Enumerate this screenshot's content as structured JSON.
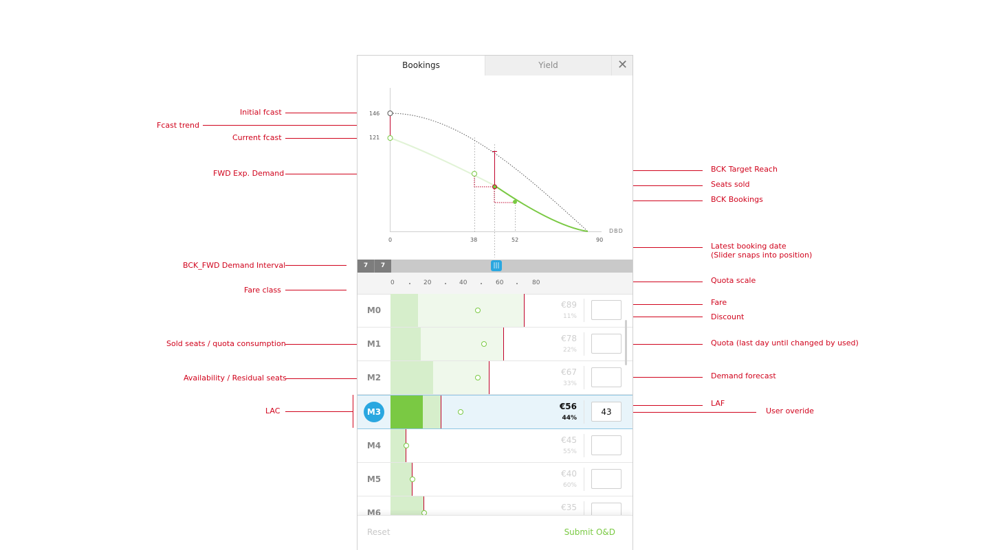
{
  "tabs": {
    "bookings": "Bookings",
    "yield": "Yield",
    "close": "✕"
  },
  "chart": {
    "y_ticks": [
      "146",
      "121"
    ],
    "x_ticks": [
      "0",
      "38",
      "52",
      "90"
    ],
    "dbd_label": "DBD",
    "initial_fcast": 146,
    "current_fcast": 121
  },
  "slider": {
    "box1": "7",
    "box2": "7",
    "handle": "|||"
  },
  "quota_scale": [
    "0",
    "20",
    "40",
    "60",
    "80"
  ],
  "fare_rows": [
    {
      "cls": "M0",
      "fare": "€89",
      "disc": "11%",
      "override": ""
    },
    {
      "cls": "M1",
      "fare": "€78",
      "disc": "22%",
      "override": ""
    },
    {
      "cls": "M2",
      "fare": "€67",
      "disc": "33%",
      "override": ""
    },
    {
      "cls": "M3",
      "fare": "€56",
      "disc": "44%",
      "override": "43"
    },
    {
      "cls": "M4",
      "fare": "€45",
      "disc": "55%",
      "override": ""
    },
    {
      "cls": "M5",
      "fare": "€40",
      "disc": "60%",
      "override": ""
    },
    {
      "cls": "M6",
      "fare": "€35",
      "disc": "",
      "override": ""
    }
  ],
  "footer": {
    "reset": "Reset",
    "submit": "Submit O&D"
  },
  "annotations": {
    "initial_fcast": "Initial fcast",
    "fcast_trend": "Fcast trend",
    "current_fcast": "Current fcast",
    "fwd_exp_demand": "FWD Exp. Demand",
    "bck_fwd_interval": "BCK_FWD Demand Interval",
    "fare_class": "Fare class",
    "sold_seats": "Sold seats / quota consumption",
    "availability": "Availability / Residual seats",
    "lac": "LAC",
    "bck_target": "BCK Target Reach",
    "seats_sold": "Seats sold",
    "bck_bookings": "BCK Bookings",
    "latest_booking": "Latest booking date",
    "latest_booking_sub": "(Slider snaps into position)",
    "quota_scale": "Quota scale",
    "fare": "Fare",
    "discount": "Discount",
    "quota": "Quota (last day until changed by used)",
    "demand_forecast": "Demand forecast",
    "laf": "LAF",
    "user_override": "User overide"
  },
  "colors": {
    "accent_red": "#d0021b",
    "green": "#7ac943",
    "blue": "#2aa7e0"
  }
}
